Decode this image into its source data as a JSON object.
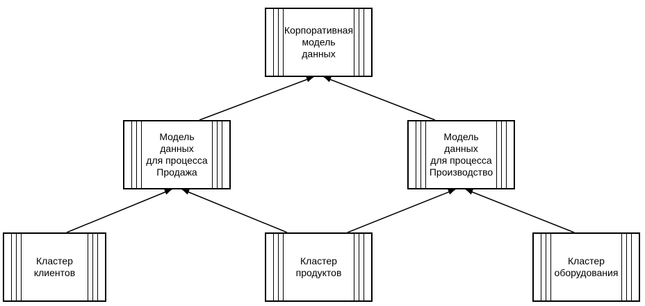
{
  "nodes": {
    "corporate": {
      "lines": [
        "Корпоративная",
        "модель",
        "данных"
      ]
    },
    "sales": {
      "lines": [
        "Модель",
        "данных",
        "для  процесса",
        "Продажа"
      ]
    },
    "production": {
      "lines": [
        "Модель",
        "данных",
        "для  процесса",
        "Производство"
      ]
    },
    "clients": {
      "lines": [
        "Кластер",
        "клиентов"
      ]
    },
    "products": {
      "lines": [
        "Кластер",
        "продуктов"
      ]
    },
    "equipment": {
      "lines": [
        "Кластер",
        "оборудования"
      ]
    }
  },
  "edges": [
    {
      "from": "sales",
      "to": "corporate"
    },
    {
      "from": "production",
      "to": "corporate"
    },
    {
      "from": "clients",
      "to": "sales"
    },
    {
      "from": "products",
      "to": "sales"
    },
    {
      "from": "products",
      "to": "production"
    },
    {
      "from": "equipment",
      "to": "production"
    }
  ]
}
